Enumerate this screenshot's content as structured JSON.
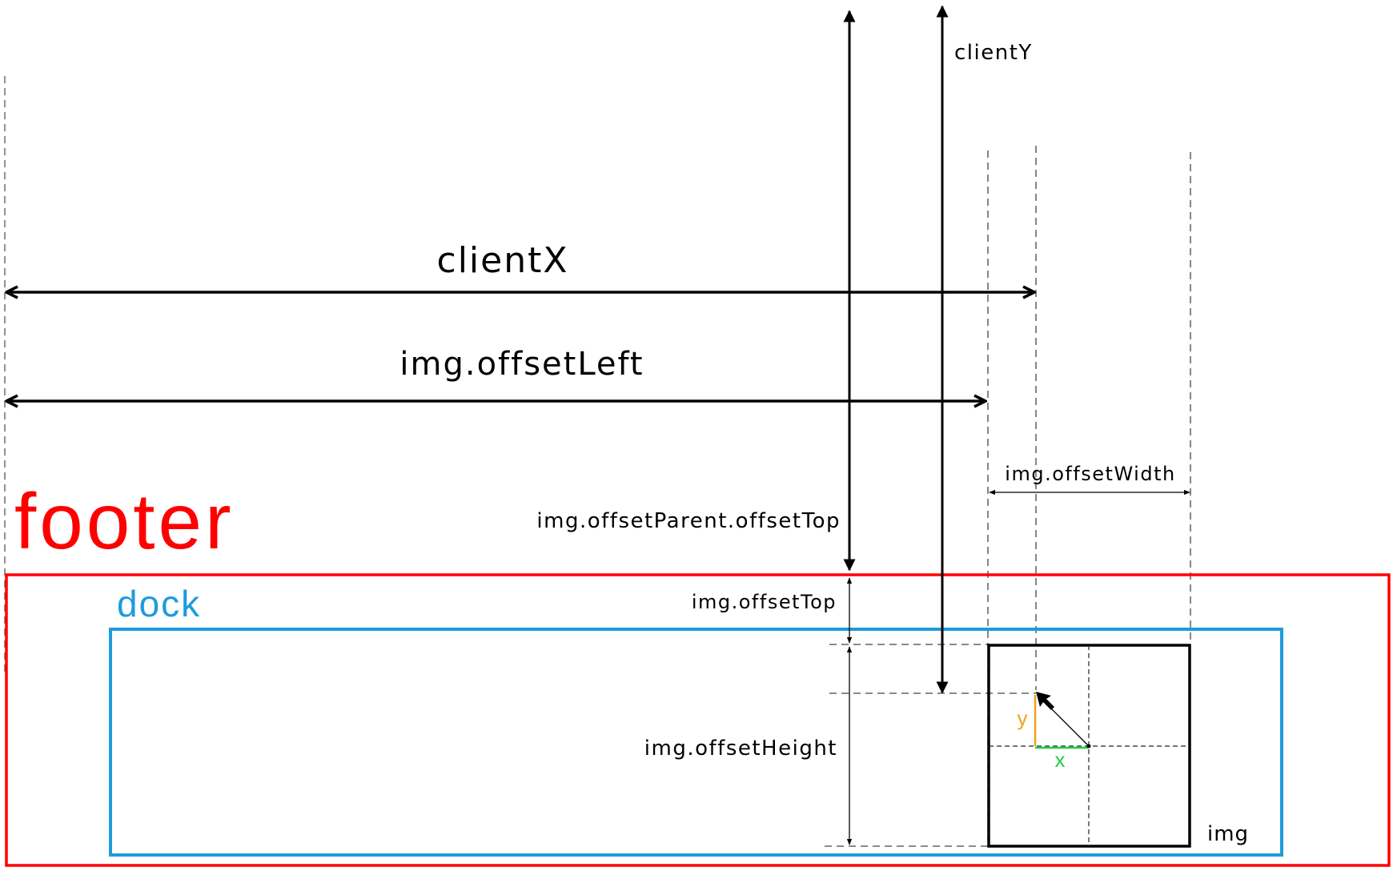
{
  "labels": {
    "client_x": "clientX",
    "client_y": "clientY",
    "offset_left": "img.offsetLeft",
    "offset_width": "img.offsetWidth",
    "offset_parent_top": "img.offsetParent.offsetTop",
    "offset_top": "img.offsetTop",
    "offset_height": "img.offsetHeight",
    "footer": "footer",
    "dock": "dock",
    "img": "img",
    "x": "x",
    "y": "y"
  },
  "colors": {
    "footer": "#ff0000",
    "dock": "#1e9bdc",
    "x_segment": "#22cc44",
    "y_segment": "#f0a020",
    "ink": "#000000"
  },
  "icons": {
    "cursor": "mouse-pointer-icon"
  }
}
